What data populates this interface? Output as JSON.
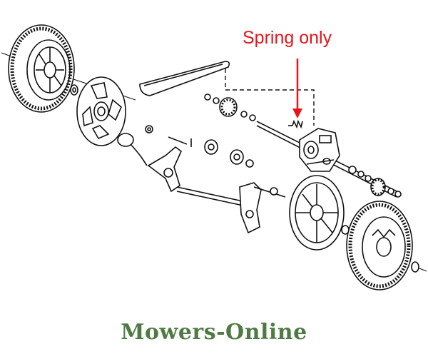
{
  "callout": {
    "text": "Spring only",
    "color": "#e8141b"
  },
  "watermark": {
    "text": "Mowers-Online",
    "color": "#4e7a43"
  },
  "parts": [
    "rear-left-wheel",
    "left-hubcap",
    "left-wheel-washer",
    "height-lever-knob",
    "left-height-bracket",
    "axle-bushings",
    "drive-belt",
    "pulley-gear",
    "transmission-gearbox",
    "spring",
    "drive-axle",
    "right-hubcap",
    "right-height-bracket",
    "right-wheel",
    "right-drive-gear",
    "right-wheel-washer"
  ]
}
